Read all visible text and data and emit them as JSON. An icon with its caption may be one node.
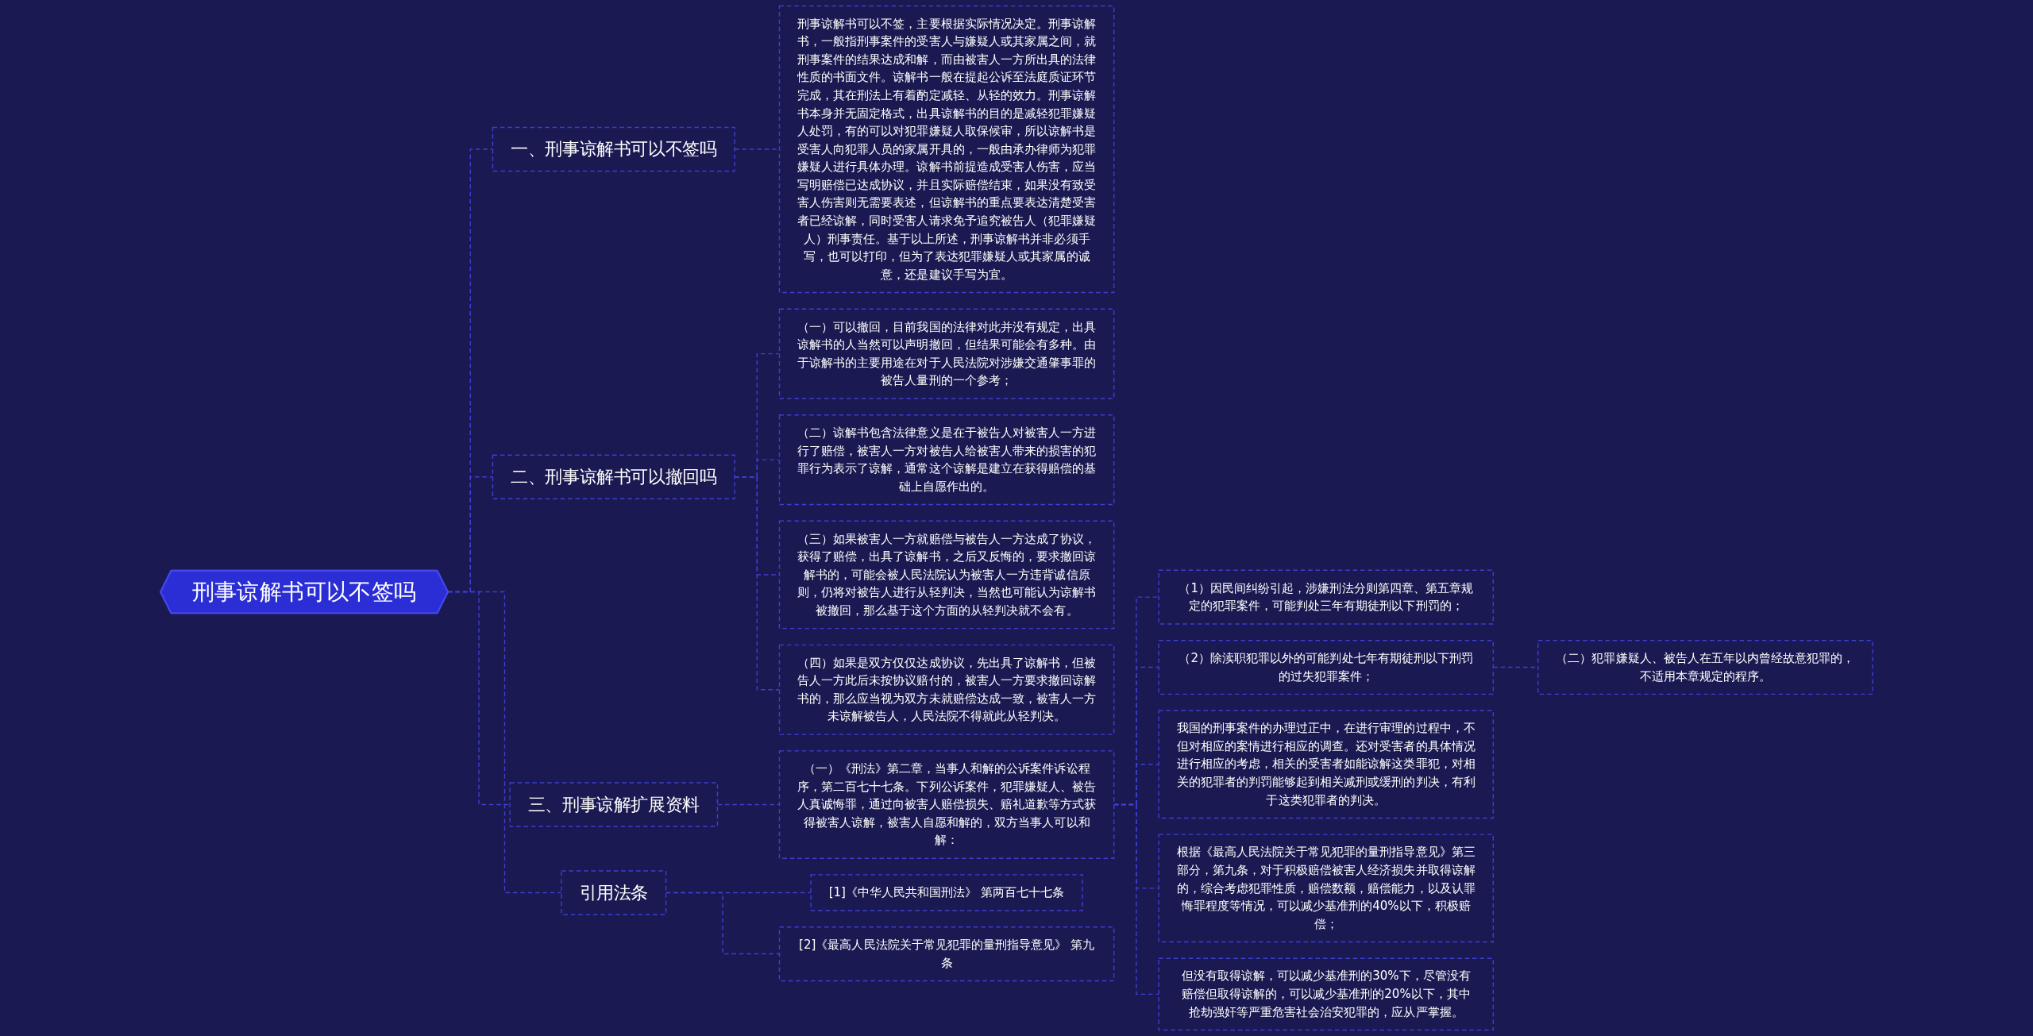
{
  "diagram": {
    "nodes": [
      {
        "text": [
          "刑事谅解书可以不签吗"
        ]
      },
      {
        "text": [
          "一、刑事谅解书可以不签吗"
        ]
      },
      {
        "text": [
          "刑事谅解书可以不签，主要根据实际情况决定。刑事谅解书，一般指刑事案件的受害人与嫌疑人或其家属之间，就刑事案件的结果达成和解，而由被害人一方所出具的法律性质的书面文件。谅解书一般在提起公诉至法庭质证环节完成，其在刑法上有着酌定减轻、从轻的效力。刑事谅解书本身并无固定格式，出具谅解书的目的是减轻犯罪嫌疑人处罚，有的可以对犯罪嫌疑人取保候审，所以谅解书是受害人向犯罪人员的家属开具的，一般由承办律师为犯罪嫌疑人进行具体办理。谅解书前提造成受害人伤害，应当写明赔偿已达成协议，并且实际赔偿结束，如果没有致受害人伤害则无需要表述，但谅解书的重点要表达清楚受害者已经谅解，同时受害人请求免予追究被告人（犯罪嫌疑人）刑事责任。基于以上所述，刑事谅解书并非必须手写，也可以打印，但为了表达犯罪嫌疑人或其家属的诚意，还是建议手写为宜。"
        ]
      },
      {
        "text": [
          "二、刑事谅解书可以撤回吗"
        ]
      },
      {
        "text": [
          "（一）可以撤回，目前我国的法律对此并没有规定，出具谅解书的人当然可以声明撤回，但结果可能会有多种。由于谅解书的主要用途在对于人民法院对涉嫌交通肇事罪的被告人量刑的一个参考；"
        ]
      },
      {
        "text": [
          "（二）谅解书包含法律意义是在于被告人对被害人一方进行了赔偿，被害人一方对被告人给被害人带来的损害的犯罪行为表示了谅解，通常这个谅解是建立在获得赔偿的基础上自愿作出的。"
        ]
      },
      {
        "text": [
          "（三）如果被害人一方就赔偿与被告人一方达成了协议，获得了赔偿，出具了谅解书，之后又反悔的，要求撤回谅解书的，可能会被人民法院认为被害人一方违背诚信原则，仍将对被告人进行从轻判决，当然也可能认为谅解书被撤回，那么基于这个方面的从轻判决就不会有。"
        ]
      },
      {
        "text": [
          "（四）如果是双方仅仅达成协议，先出具了谅解书，但被告人一方此后未按协议赔付的，被害人一方要求撤回谅解书的，那么应当视为双方未就赔偿达成一致，被害人一方未谅解被告人，人民法院不得就此从轻判决。"
        ]
      },
      {
        "text": [
          "三、刑事谅解扩展资料"
        ]
      },
      {
        "text": [
          "（一）《刑法》第二章，当事人和解的公诉案件诉讼程序，第二百七十七条。下列公诉案件，犯罪嫌疑人、被告人真诚悔罪，通过向被害人赔偿损失、赔礼道歉等方式获得被害人谅解，被害人自愿和解的，双方当事人可以和解："
        ]
      },
      {
        "text": [
          "（1）因民间纠纷引起，涉嫌刑法分则第四章、第五章规定的犯罪案件，可能判处三年有期徒刑以下刑罚的；"
        ]
      },
      {
        "text": [
          "（2）除渎职犯罪以外的可能判处七年有期徒刑以下刑罚的过失犯罪案件；"
        ]
      },
      {
        "text": [
          "（二）犯罪嫌疑人、被告人在五年以内曾经故意犯罪的，不适用本章规定的程序。"
        ]
      },
      {
        "text": [
          "我国的刑事案件的办理过正中，在进行审理的过程中，不但对相应的案情进行相应的调查。还对受害者的具体情况进行相应的考虑，相关的受害者如能谅解这类罪犯，对相关的犯罪者的判罚能够起到相关减刑或缓刑的判决，有利于这类犯罪者的判决。"
        ]
      },
      {
        "text": [
          "根据《最高人民法院关于常见犯罪的量刑指导意见》第三部分，第九条，对于积极赔偿被害人经济损失并取得谅解的，综合考虑犯罪性质，赔偿数额，赔偿能力，以及认罪悔罪程度等情况，可以减少基准刑的40%以下，积极赔偿；"
        ]
      },
      {
        "text": [
          "但没有取得谅解，可以减少基准刑的30%下，尽管没有赔偿但取得谅解的，可以减少基准刑的20%以下，其中抢劫强奸等严重危害社会治安犯罪的，应从严掌握。"
        ]
      },
      {
        "text": [
          "引用法条"
        ]
      },
      {
        "text": [
          "[1]《中华人民共和国刑法》 第两百七十七条"
        ]
      },
      {
        "text": [
          "[2]《最高人民法院关于常见犯罪的量刑指导意见》 第九条"
        ]
      }
    ],
    "edges": [
      {
        "from": 0,
        "to": 1,
        "arrow": "none",
        "style": "dashed"
      },
      {
        "from": 1,
        "to": 2,
        "arrow": "none",
        "style": "dashed"
      },
      {
        "from": 0,
        "to": 3,
        "arrow": "none",
        "style": "dashed"
      },
      {
        "from": 3,
        "to": 4,
        "arrow": "none",
        "style": "dashed"
      },
      {
        "from": 3,
        "to": 5,
        "arrow": "none",
        "style": "dashed"
      },
      {
        "from": 3,
        "to": 6,
        "arrow": "none",
        "style": "dashed"
      },
      {
        "from": 3,
        "to": 7,
        "arrow": "none",
        "style": "dashed"
      },
      {
        "from": 0,
        "to": 8,
        "arrow": "none",
        "style": "dashed"
      },
      {
        "from": 8,
        "to": 9,
        "arrow": "none",
        "style": "dashed"
      },
      {
        "from": 9,
        "to": 10,
        "arrow": "none",
        "style": "dashed"
      },
      {
        "from": 9,
        "to": 11,
        "arrow": "none",
        "style": "dashed"
      },
      {
        "from": 11,
        "to": 12,
        "arrow": "none",
        "style": "dashed"
      },
      {
        "from": 9,
        "to": 13,
        "arrow": "none",
        "style": "dashed"
      },
      {
        "from": 9,
        "to": 14,
        "arrow": "none",
        "style": "dashed"
      },
      {
        "from": 9,
        "to": 15,
        "arrow": "none",
        "style": "dashed"
      },
      {
        "from": 0,
        "to": 16,
        "arrow": "none",
        "style": "dashed"
      },
      {
        "from": 16,
        "to": 17,
        "arrow": "none",
        "style": "dashed"
      },
      {
        "from": 16,
        "to": 18,
        "arrow": "none",
        "style": "dashed"
      }
    ]
  }
}
